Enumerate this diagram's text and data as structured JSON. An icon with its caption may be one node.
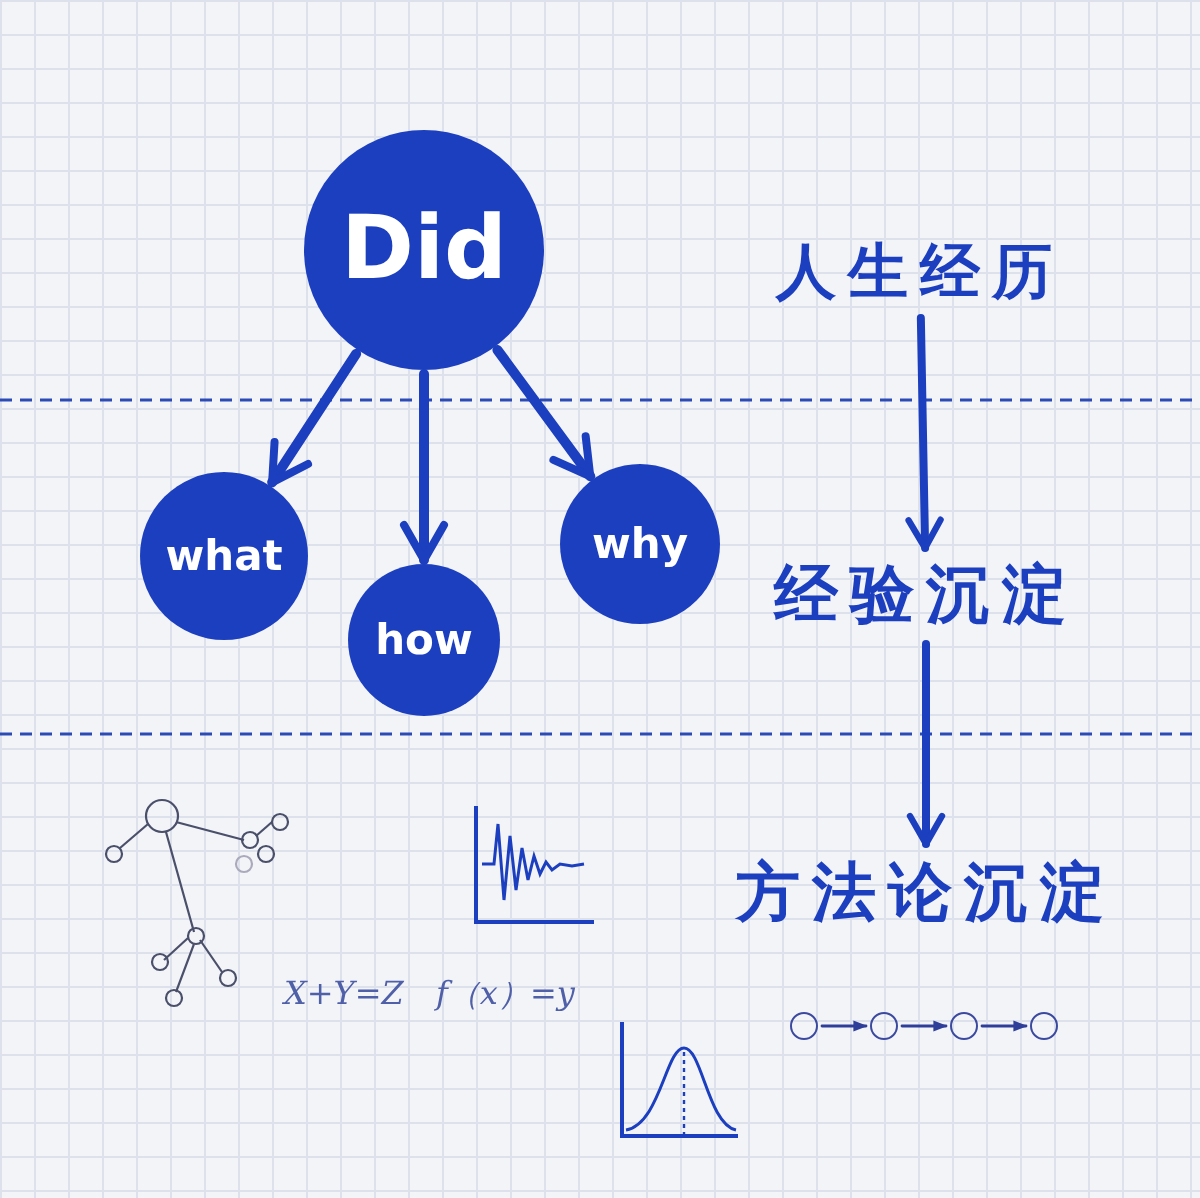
{
  "diagram": {
    "nodes": [
      {
        "text": [
          "Did"
        ]
      },
      {
        "text": [
          "what"
        ]
      },
      {
        "text": [
          "how"
        ]
      },
      {
        "text": [
          "why"
        ]
      },
      {
        "text": [
          "人生经历"
        ]
      },
      {
        "text": [
          "经验沉淀"
        ]
      },
      {
        "text": [
          "方法论沉淀"
        ]
      },
      {
        "text": [],
        "shape": "circle"
      },
      {
        "text": [],
        "shape": "circle"
      },
      {
        "text": [],
        "shape": "circle"
      },
      {
        "text": [],
        "shape": "circle"
      }
    ],
    "edges": [
      {
        "from": 0,
        "to": 1,
        "arrow": "to"
      },
      {
        "from": 0,
        "to": 2,
        "arrow": "to"
      },
      {
        "from": 0,
        "to": 3,
        "arrow": "to"
      },
      {
        "from": 4,
        "to": 5,
        "arrow": "to"
      },
      {
        "from": 5,
        "to": 6,
        "arrow": "to"
      },
      {
        "from": 7,
        "to": 8,
        "arrow": "to"
      },
      {
        "from": 8,
        "to": 9,
        "arrow": "to"
      },
      {
        "from": 9,
        "to": 10,
        "arrow": "to"
      }
    ],
    "labels": [
      "X+Y=Z",
      "f（x）=y"
    ]
  }
}
